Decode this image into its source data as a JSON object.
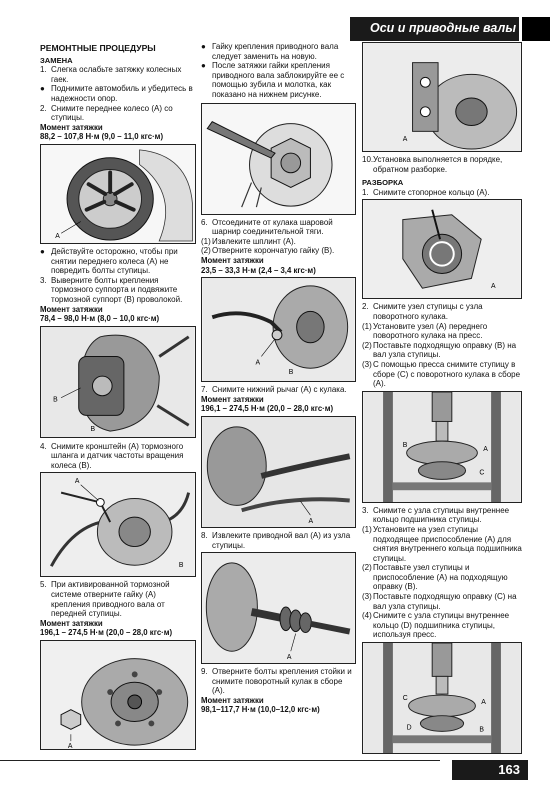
{
  "header": {
    "title": "Оси и приводные валы"
  },
  "page_number": "163",
  "col1": {
    "section": "РЕМОНТНЫЕ ПРОЦЕДУРЫ",
    "subsection": "ЗАМЕНА",
    "step1_marker": "1.",
    "step1": "Слегка ослабьте затяжку колесных гаек.",
    "bullet1": "Поднимите автомобиль и убедитесь в надежности опор.",
    "step2_marker": "2.",
    "step2": "Снимите переднее колесо (A) со ступицы.",
    "torque1_label": "Момент затяжки",
    "torque1_value": "88,2 – 107,8 Н·м (9,0 – 11,0 кгс·м)",
    "bullet2": "Действуйте осторожно, чтобы при снятии переднего колеса (A) не повредить болты ступицы.",
    "step3_marker": "3.",
    "step3": "Выверните болты крепления тормозного суппорта и подвяжите тормозной суппорт (B) проволокой.",
    "torque2_label": "Момент затяжки",
    "torque2_value": "78,4 – 98,0 Н·м (8,0 – 10,0 кгс·м)",
    "step4_marker": "4.",
    "step4": "Снимите кронштейн (A) тормозного шланга и датчик частоты вращения колеса (B).",
    "step5_marker": "5.",
    "step5": "При активированной тормозной системе отверните гайку (A) крепления приводного вала от передней ступицы.",
    "torque3_label": "Момент затяжки",
    "torque3_value": "196,1 – 274,5 Н·м (20,0 – 28,0 кгс·м)"
  },
  "col2": {
    "bullet1": "Гайку крепления приводного вала следует заменить на новую.",
    "bullet2": "После затяжки гайки крепления приводного вала заблокируйте ее с помощью зубила и молотка, как показано на нижнем рисунке.",
    "step6_marker": "6.",
    "step6": "Отсоедините от кулака шаровой шарнир соединительной тяги.",
    "step6_1_marker": "(1)",
    "step6_1": "Извлеките шплинт (A).",
    "step6_2_marker": "(2)",
    "step6_2": "Отверните корончатую гайку (B).",
    "torque4_label": "Момент затяжки",
    "torque4_value": "23,5 – 33,3 Н·м (2,4 – 3,4 кгс·м)",
    "step7_marker": "7.",
    "step7": "Снимите нижний рычаг (A) с кулака.",
    "torque5_label": "Момент затяжки",
    "torque5_value": "196,1 – 274,5 Н·м (20,0 – 28,0 кгс·м)",
    "step8_marker": "8.",
    "step8": "Извлеките приводной вал (A) из узла ступицы.",
    "step9_marker": "9.",
    "step9": "Отверните болты крепления стойки и снимите поворотный кулак в сборе (A).",
    "torque6_label": "Момент затяжки",
    "torque6_value": "98,1–117,7 Н·м (10,0–12,0 кгс·м)"
  },
  "col3": {
    "step10_marker": "10.",
    "step10": "Установка выполняется в порядке, обратном разборке.",
    "subsection": "РАЗБОРКА",
    "step1_marker": "1.",
    "step1": "Снимите стопорное кольцо (A).",
    "step2_marker": "2.",
    "step2": "Снимите узел ступицы с узла поворотного кулака.",
    "step2_1_marker": "(1)",
    "step2_1": "Установите узел (A) переднего поворотного кулака на пресс.",
    "step2_2_marker": "(2)",
    "step2_2": "Поставьте подходящую оправку (B) на вал узла ступицы.",
    "step2_3_marker": "(3)",
    "step2_3": "С помощью пресса снимите ступицу в сборе (C) с поворотного кулака в сборе (A).",
    "step3_marker": "3.",
    "step3": "Снимите с узла ступицы внутреннее кольцо подшипника ступицы.",
    "step3_1_marker": "(1)",
    "step3_1": "Установите на узел ступицы подходящее приспособление (A) для снятия внутреннего кольца подшипника ступицы.",
    "step3_2_marker": "(2)",
    "step3_2": "Поставьте узел ступицы и приспособление (A) на подходящую оправку (B).",
    "step3_3_marker": "(3)",
    "step3_3": "Поставьте подходящую оправку (C) на вал узла ступицы.",
    "step3_4_marker": "(4)",
    "step3_4": "Снимите с узла ступицы внутреннее кольцо (D) подшипника ступицы, используя пресс."
  },
  "figure_labels": {
    "a": "A",
    "b": "B",
    "c": "C",
    "d": "D"
  }
}
